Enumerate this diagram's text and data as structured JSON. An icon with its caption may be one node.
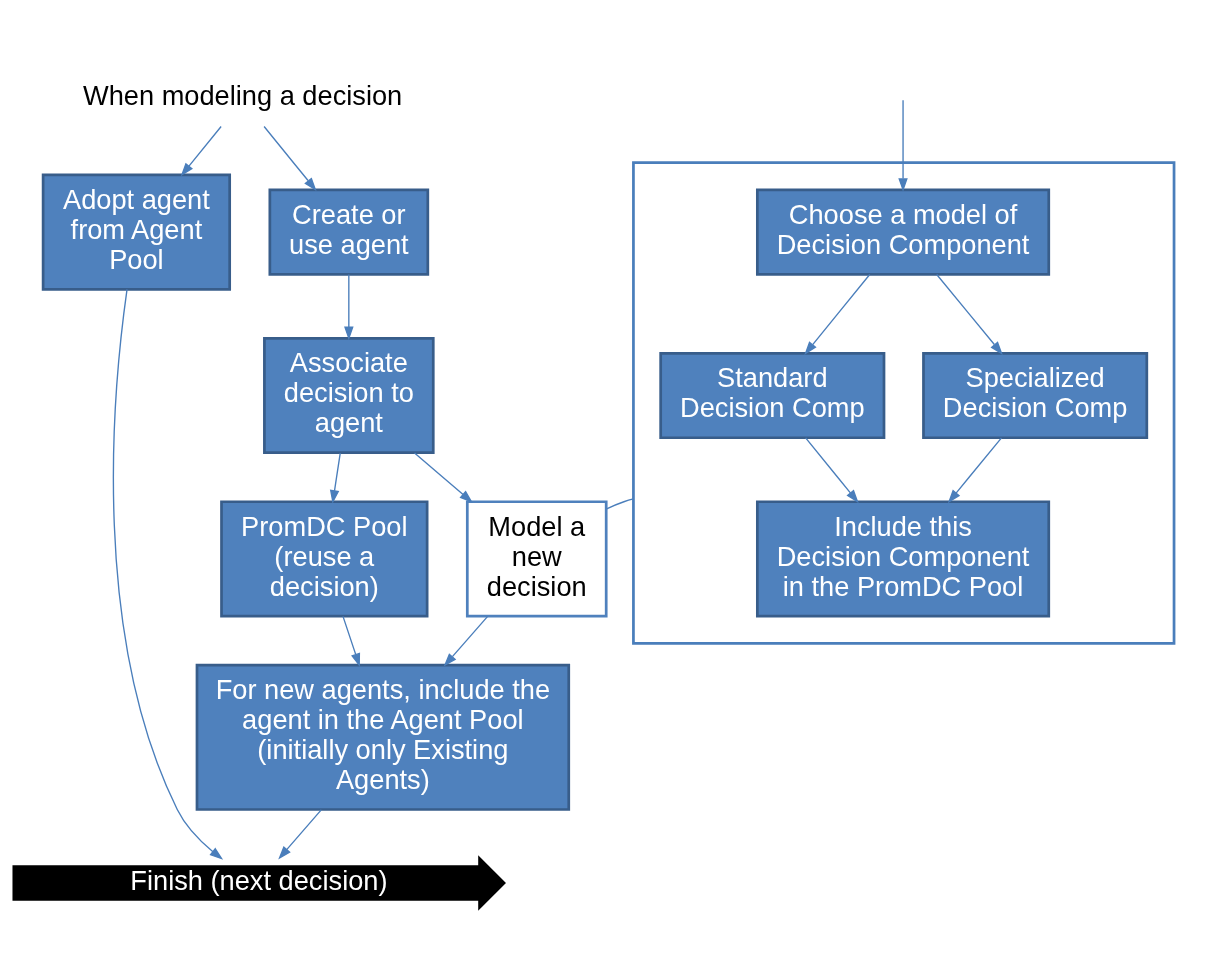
{
  "diagram": {
    "nodes": [
      {
        "text": [
          "When modeling a decision"
        ]
      },
      {
        "text": [
          "Adopt agent from Agent Pool"
        ]
      },
      {
        "text": [
          "Create or use agent"
        ]
      },
      {
        "text": [
          "Associate decision to agent"
        ]
      },
      {
        "text": [
          "PromDC Pool (reuse a decision)"
        ]
      },
      {
        "text": [
          "Model a new decision"
        ]
      },
      {
        "text": [
          "For new agents, include the agent in the Agent Pool (initially only Existing Agents)"
        ]
      },
      {
        "text": [
          "Finish (next decision)"
        ]
      },
      {
        "text": [],
        "shape": "box"
      },
      {
        "text": [
          "Choose a model of Decision Component"
        ],
        "in": 8
      },
      {
        "text": [
          "Standard Decision Comp"
        ],
        "in": 8
      },
      {
        "text": [
          "Specialized Decision Comp"
        ],
        "in": 8
      },
      {
        "text": [
          "Include this Decision Component in the PromDC Pool"
        ],
        "in": 8
      }
    ],
    "edges": [
      {
        "from": 0,
        "to": 1,
        "arrow": "to"
      },
      {
        "from": 0,
        "to": 2,
        "arrow": "to"
      },
      {
        "from": 2,
        "to": 3,
        "arrow": "to"
      },
      {
        "from": 3,
        "to": 4,
        "arrow": "to"
      },
      {
        "from": 3,
        "to": 5,
        "arrow": "to"
      },
      {
        "from": 4,
        "to": 6,
        "arrow": "to"
      },
      {
        "from": 5,
        "to": 6,
        "arrow": "to"
      },
      {
        "from": 1,
        "to": 7,
        "arrow": "to"
      },
      {
        "from": 6,
        "to": 7,
        "arrow": "to"
      },
      {
        "from": 5,
        "to": 8,
        "arrow": "none"
      },
      {
        "from": null,
        "to": 9,
        "arrow": "to"
      },
      {
        "from": 9,
        "to": 10,
        "arrow": "to"
      },
      {
        "from": 9,
        "to": 11,
        "arrow": "to"
      },
      {
        "from": 10,
        "to": 12,
        "arrow": "to"
      },
      {
        "from": 11,
        "to": 12,
        "arrow": "to"
      }
    ]
  }
}
